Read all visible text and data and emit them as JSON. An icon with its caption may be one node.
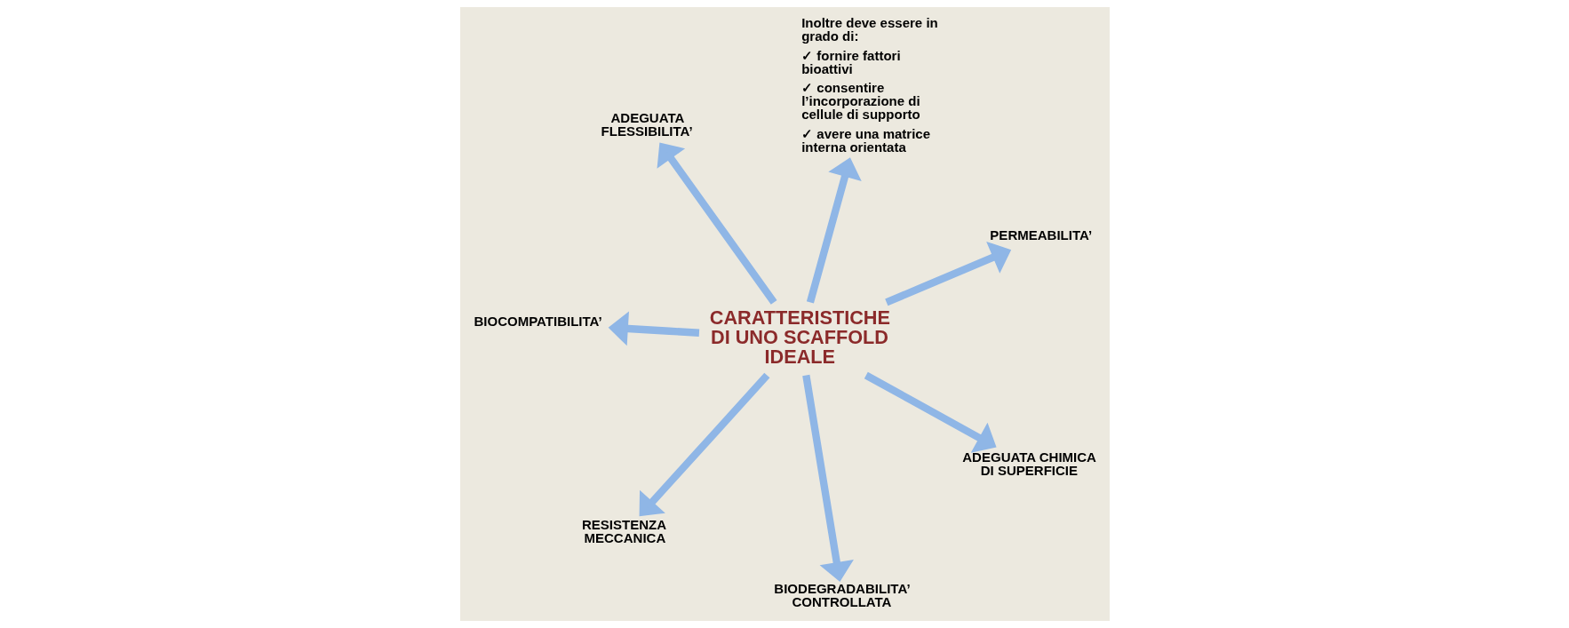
{
  "diagram": {
    "nodes": [
      {
        "text": [
          "BIOCOMPATIBILITA’"
        ]
      },
      {
        "text": [
          "PERMEABILITA’"
        ]
      },
      {
        "text": [
          "BIODEGRADABILITA’ CONTROLLATA"
        ]
      },
      {
        "text": [
          "Inoltre deve essere in grado di:",
          "✓ fornire fattori bioattivi",
          "✓ consentire l’incorporazione di cellule di supporto",
          "✓ avere una matrice interna orientata"
        ]
      },
      {
        "text": [
          "CARATTERISTICHE DI UNO SCAFFOLD IDEALE"
        ]
      },
      {
        "text": [
          "ADEGUATA FLESSIBILITA’"
        ]
      },
      {
        "text": [
          "RESISTENZA MECCANICA"
        ]
      },
      {
        "text": [
          "ADEGUATA CHIMICA DI SUPERFICIE"
        ]
      }
    ],
    "edges": [
      {
        "from": 4,
        "to": 0,
        "arrow": "to"
      },
      {
        "from": 4,
        "to": 1,
        "arrow": "to"
      },
      {
        "from": 4,
        "to": 2,
        "arrow": "to"
      },
      {
        "from": 4,
        "to": 3,
        "arrow": "to"
      },
      {
        "from": 4,
        "to": 5,
        "arrow": "to"
      },
      {
        "from": 4,
        "to": 6,
        "arrow": "to"
      },
      {
        "from": 4,
        "to": 7,
        "arrow": "to"
      }
    ]
  }
}
